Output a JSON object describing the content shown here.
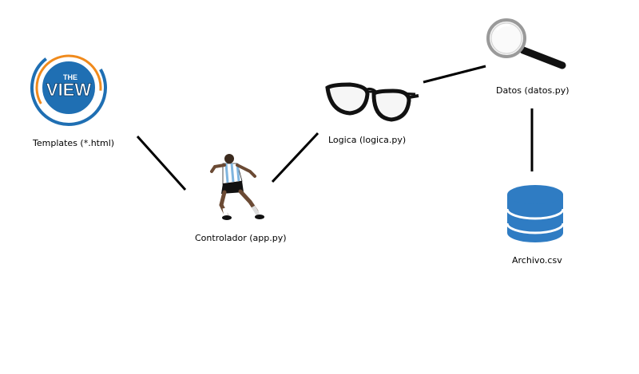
{
  "nodes": {
    "templates": {
      "label": "Templates (*.html)",
      "icon": "the-view-logo",
      "logo_top": "THE",
      "logo_main": "VIEW"
    },
    "controlador": {
      "label": "Controlador (app.py)",
      "icon": "running-football-player-icon"
    },
    "logica": {
      "label": "Logica (logica.py)",
      "icon": "eyeglasses-icon"
    },
    "datos": {
      "label": "Datos (datos.py)",
      "icon": "magnifying-glass-icon"
    },
    "archivo": {
      "label": "Archivo.csv",
      "icon": "database-icon"
    }
  },
  "edges": [
    {
      "from": "templates",
      "to": "controlador"
    },
    {
      "from": "controlador",
      "to": "logica"
    },
    {
      "from": "logica",
      "to": "datos"
    },
    {
      "from": "datos",
      "to": "archivo"
    }
  ],
  "colors": {
    "line": "#000000",
    "view_blue": "#1f6fb3",
    "view_orange": "#f08a1c",
    "database_blue": "#2f7cc3",
    "jersey_blue": "#7fb5df"
  }
}
